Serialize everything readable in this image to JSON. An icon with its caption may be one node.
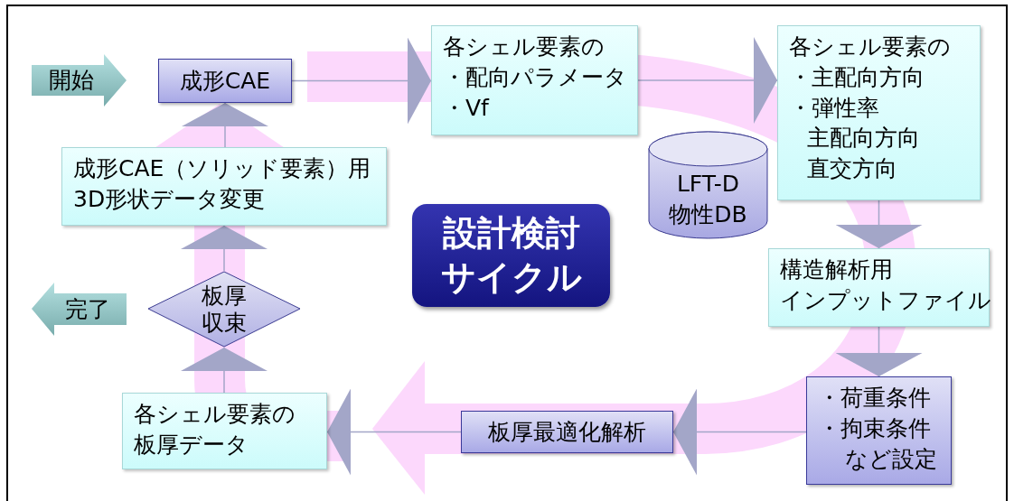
{
  "diagram": {
    "nodes": [
      {
        "text": [
          "開始"
        ]
      },
      {
        "text": [
          "成形CAE"
        ]
      },
      {
        "text": [
          "各シェル要素の",
          "・配向パラメータ",
          "・Vf"
        ]
      },
      {
        "text": [
          "LFT-D",
          "物性DB"
        ]
      },
      {
        "text": [
          "各シェル要素の",
          "・主配向方向",
          "・弾性率",
          "主配向方向",
          "直交方向"
        ]
      },
      {
        "text": [
          "構造解析用",
          "インプットファイル"
        ]
      },
      {
        "text": [
          "・荷重条件",
          "・拘束条件",
          "など設定"
        ]
      },
      {
        "text": [
          "板厚最適化解析"
        ]
      },
      {
        "text": [
          "各シェル要素の",
          "板厚データ"
        ]
      },
      {
        "text": [
          "板厚",
          "収束"
        ]
      },
      {
        "text": [
          "成形CAE（ソリッド要素）用",
          "3D形状データ変更"
        ]
      },
      {
        "text": [
          "完了"
        ]
      },
      {
        "text": [
          "設計検討",
          "サイクル"
        ]
      }
    ],
    "edges": [
      {
        "from": 1,
        "to": 2,
        "arrow": "to"
      },
      {
        "from": 2,
        "to": 4,
        "arrow": "to"
      },
      {
        "from": 4,
        "to": 5,
        "arrow": "to"
      },
      {
        "from": 5,
        "to": 6,
        "arrow": "to"
      },
      {
        "from": 6,
        "to": 7,
        "arrow": "to"
      },
      {
        "from": 7,
        "to": 8,
        "arrow": "to"
      },
      {
        "from": 8,
        "to": 9,
        "arrow": "to"
      },
      {
        "from": 9,
        "to": 10,
        "arrow": "to"
      },
      {
        "from": 10,
        "to": 1,
        "arrow": "to"
      }
    ]
  }
}
